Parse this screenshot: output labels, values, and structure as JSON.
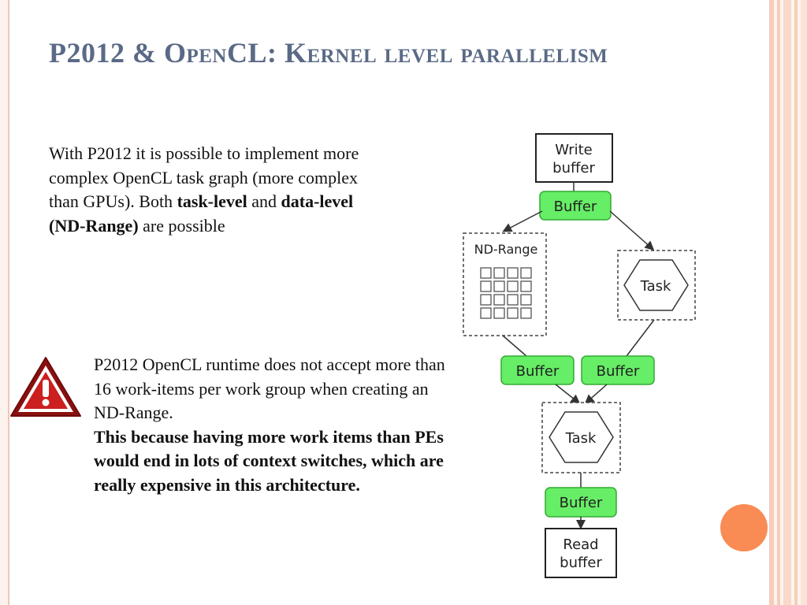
{
  "slide": {
    "title": "P2012 & OpenCL: Kernel level parallelism",
    "intro": {
      "text1": "With P2012 it is possible to implement more complex OpenCL task graph (more complex than GPUs). Both ",
      "bold1": "task-level",
      "text2": " and ",
      "bold2": "data-level (ND-Range)",
      "text3": " are possible"
    },
    "warning": {
      "text": "P2012 OpenCL runtime does not accept more than 16 work-items per work group when creating an ND-Range.",
      "bold": "This because having more work items than PEs would end in lots of context switches, which are really expensive in this architecture."
    }
  },
  "diagram": {
    "write_buffer": [
      "Write",
      "buffer"
    ],
    "buffer_top": "Buffer",
    "nd_range": "ND-Range",
    "task_right": "Task",
    "buffer_left": "Buffer",
    "buffer_right": "Buffer",
    "task_bottom": "Task",
    "buffer_bottom": "Buffer",
    "read_buffer": [
      "Read",
      "buffer"
    ]
  },
  "colors": {
    "title": "#5a6a86",
    "buffer_fill": "#66ee66",
    "buffer_stroke": "#33aa33",
    "accent_circle": "#f98b55",
    "warning_red": "#cc1f1f"
  },
  "icons": {
    "warning": "warning-triangle-icon"
  }
}
